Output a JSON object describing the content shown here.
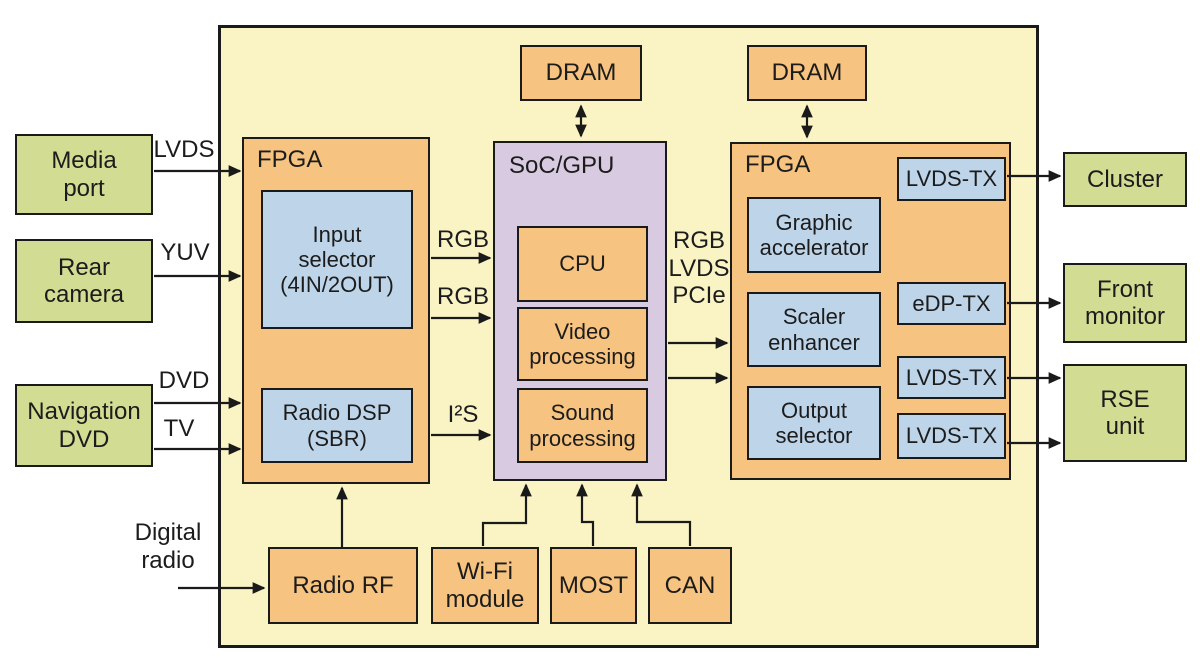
{
  "colors": {
    "background": "#ffffff",
    "board_fill": "#faf4c5",
    "module_fill": "#f6c380",
    "inner_blue_fill": "#bed4e9",
    "soc_fill": "#d8cbe1",
    "external_fill": "#d2dc92",
    "line": "#1a1a1a"
  },
  "boxes": {
    "media_port": "Media\nport",
    "rear_camera": "Rear\ncamera",
    "navigation_dvd": "Navigation\nDVD",
    "cluster": "Cluster",
    "front_monitor": "Front\nmonitor",
    "rse_unit": "RSE\nunit",
    "dram_left": "DRAM",
    "dram_right": "DRAM",
    "fpga_in_title": "FPGA",
    "input_selector": "Input\nselector\n(4IN/2OUT)",
    "radio_dsp": "Radio DSP\n(SBR)",
    "soc_title": "SoC/GPU",
    "cpu": "CPU",
    "video_processing": "Video\nprocessing",
    "sound_processing": "Sound\nprocessing",
    "fpga_out_title": "FPGA",
    "graphic_accelerator": "Graphic\naccelerator",
    "scaler_enhancer": "Scaler\nenhancer",
    "output_selector": "Output\nselector",
    "lvds_tx_1": "LVDS-TX",
    "edp_tx": "eDP-TX",
    "lvds_tx_2": "LVDS-TX",
    "lvds_tx_3": "LVDS-TX",
    "radio_rf": "Radio RF",
    "wifi_module": "Wi-Fi\nmodule",
    "most": "MOST",
    "can": "CAN"
  },
  "signals": {
    "lvds": "LVDS",
    "yuv": "YUV",
    "dvd": "DVD",
    "tv": "TV",
    "rgb_1": "RGB",
    "rgb_2": "RGB",
    "i2s": "I²S",
    "soc_out_bus": "RGB\nLVDS\nPCIe",
    "digital_radio": "Digital\nradio"
  },
  "connections": [
    {
      "from": "Media port",
      "to": "FPGA (input)",
      "label": "LVDS"
    },
    {
      "from": "Rear camera",
      "to": "FPGA (input)",
      "label": "YUV"
    },
    {
      "from": "Navigation DVD",
      "to": "FPGA (input)",
      "label": "DVD"
    },
    {
      "from": "Navigation DVD",
      "to": "FPGA (input)",
      "label": "TV"
    },
    {
      "from": "FPGA (input)",
      "to": "SoC/GPU",
      "label": "RGB"
    },
    {
      "from": "FPGA (input)",
      "to": "SoC/GPU",
      "label": "RGB"
    },
    {
      "from": "FPGA (input)",
      "to": "SoC/GPU",
      "label": "I²S"
    },
    {
      "from": "SoC/GPU",
      "to": "FPGA (output)",
      "label": "RGB LVDS PCIe"
    },
    {
      "from": "SoC/GPU",
      "to": "FPGA (output)",
      "label": ""
    },
    {
      "from": "DRAM",
      "to": "SoC/GPU",
      "label": "",
      "bidirectional": true
    },
    {
      "from": "DRAM",
      "to": "FPGA (output)",
      "label": "",
      "bidirectional": true
    },
    {
      "from": "LVDS-TX",
      "to": "Cluster",
      "label": ""
    },
    {
      "from": "eDP-TX",
      "to": "Front monitor",
      "label": ""
    },
    {
      "from": "LVDS-TX",
      "to": "RSE unit",
      "label": ""
    },
    {
      "from": "LVDS-TX",
      "to": "RSE unit",
      "label": ""
    },
    {
      "from": "Digital radio",
      "to": "Radio RF",
      "label": ""
    },
    {
      "from": "Radio RF",
      "to": "FPGA (input)",
      "label": ""
    },
    {
      "from": "Wi-Fi module",
      "to": "SoC/GPU",
      "label": ""
    },
    {
      "from": "MOST",
      "to": "SoC/GPU",
      "label": ""
    },
    {
      "from": "CAN",
      "to": "SoC/GPU",
      "label": ""
    }
  ]
}
